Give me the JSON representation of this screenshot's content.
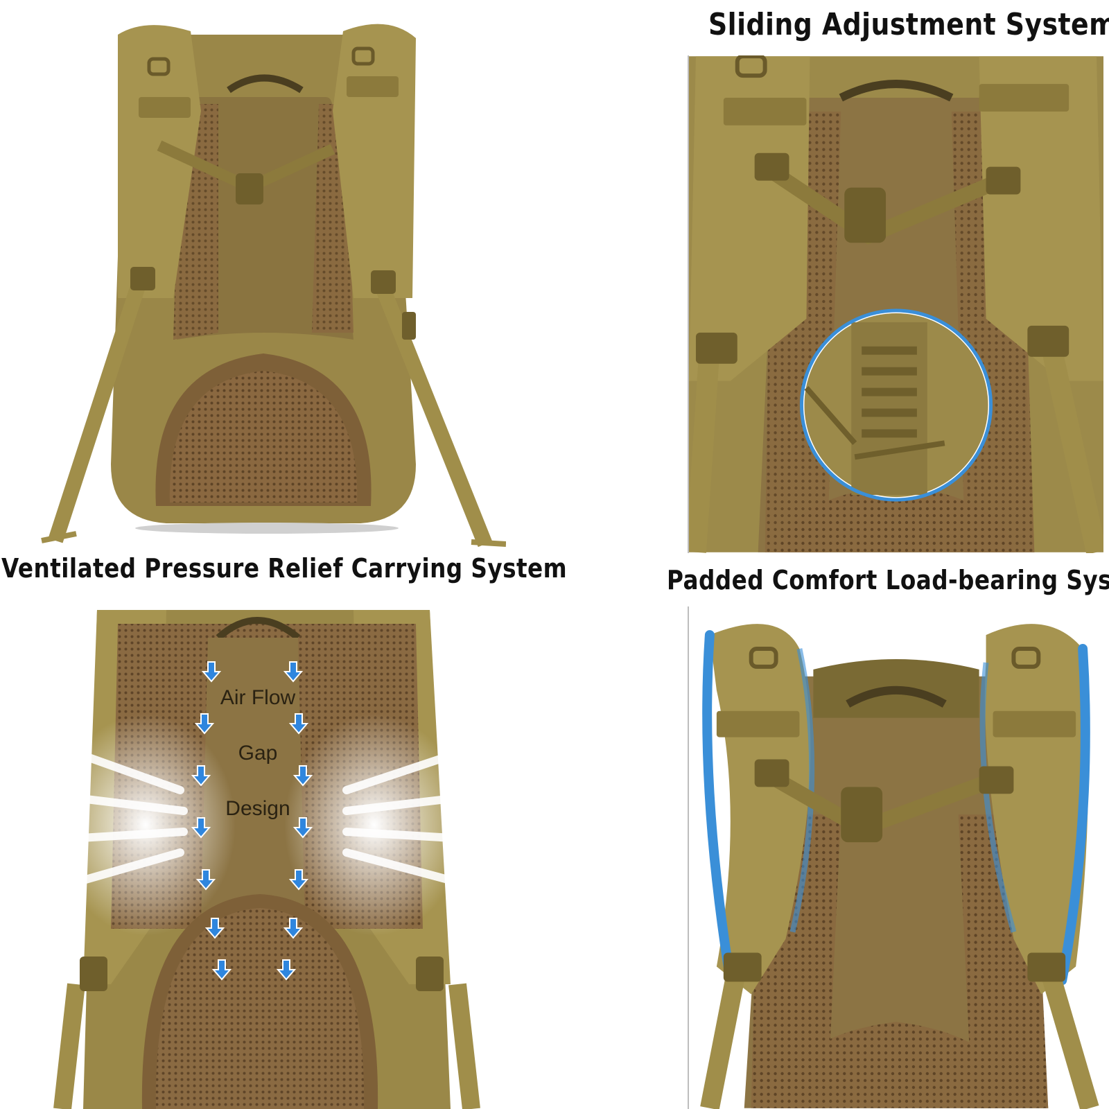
{
  "captions": {
    "top_right": "Sliding Adjustment System",
    "middle_left": "Ventilated Pressure Relief Carrying System",
    "middle_right": "Padded Comfort Load-bearing System"
  },
  "airflow_labels": [
    "Air Flow",
    "Gap",
    "Design"
  ],
  "colors": {
    "fabric": "#9c8a4a",
    "fabric_dark": "#7a6a34",
    "mesh": "#8a6a40",
    "accent_blue": "#3a8fd8",
    "arrow_blue": "#2f86de"
  }
}
